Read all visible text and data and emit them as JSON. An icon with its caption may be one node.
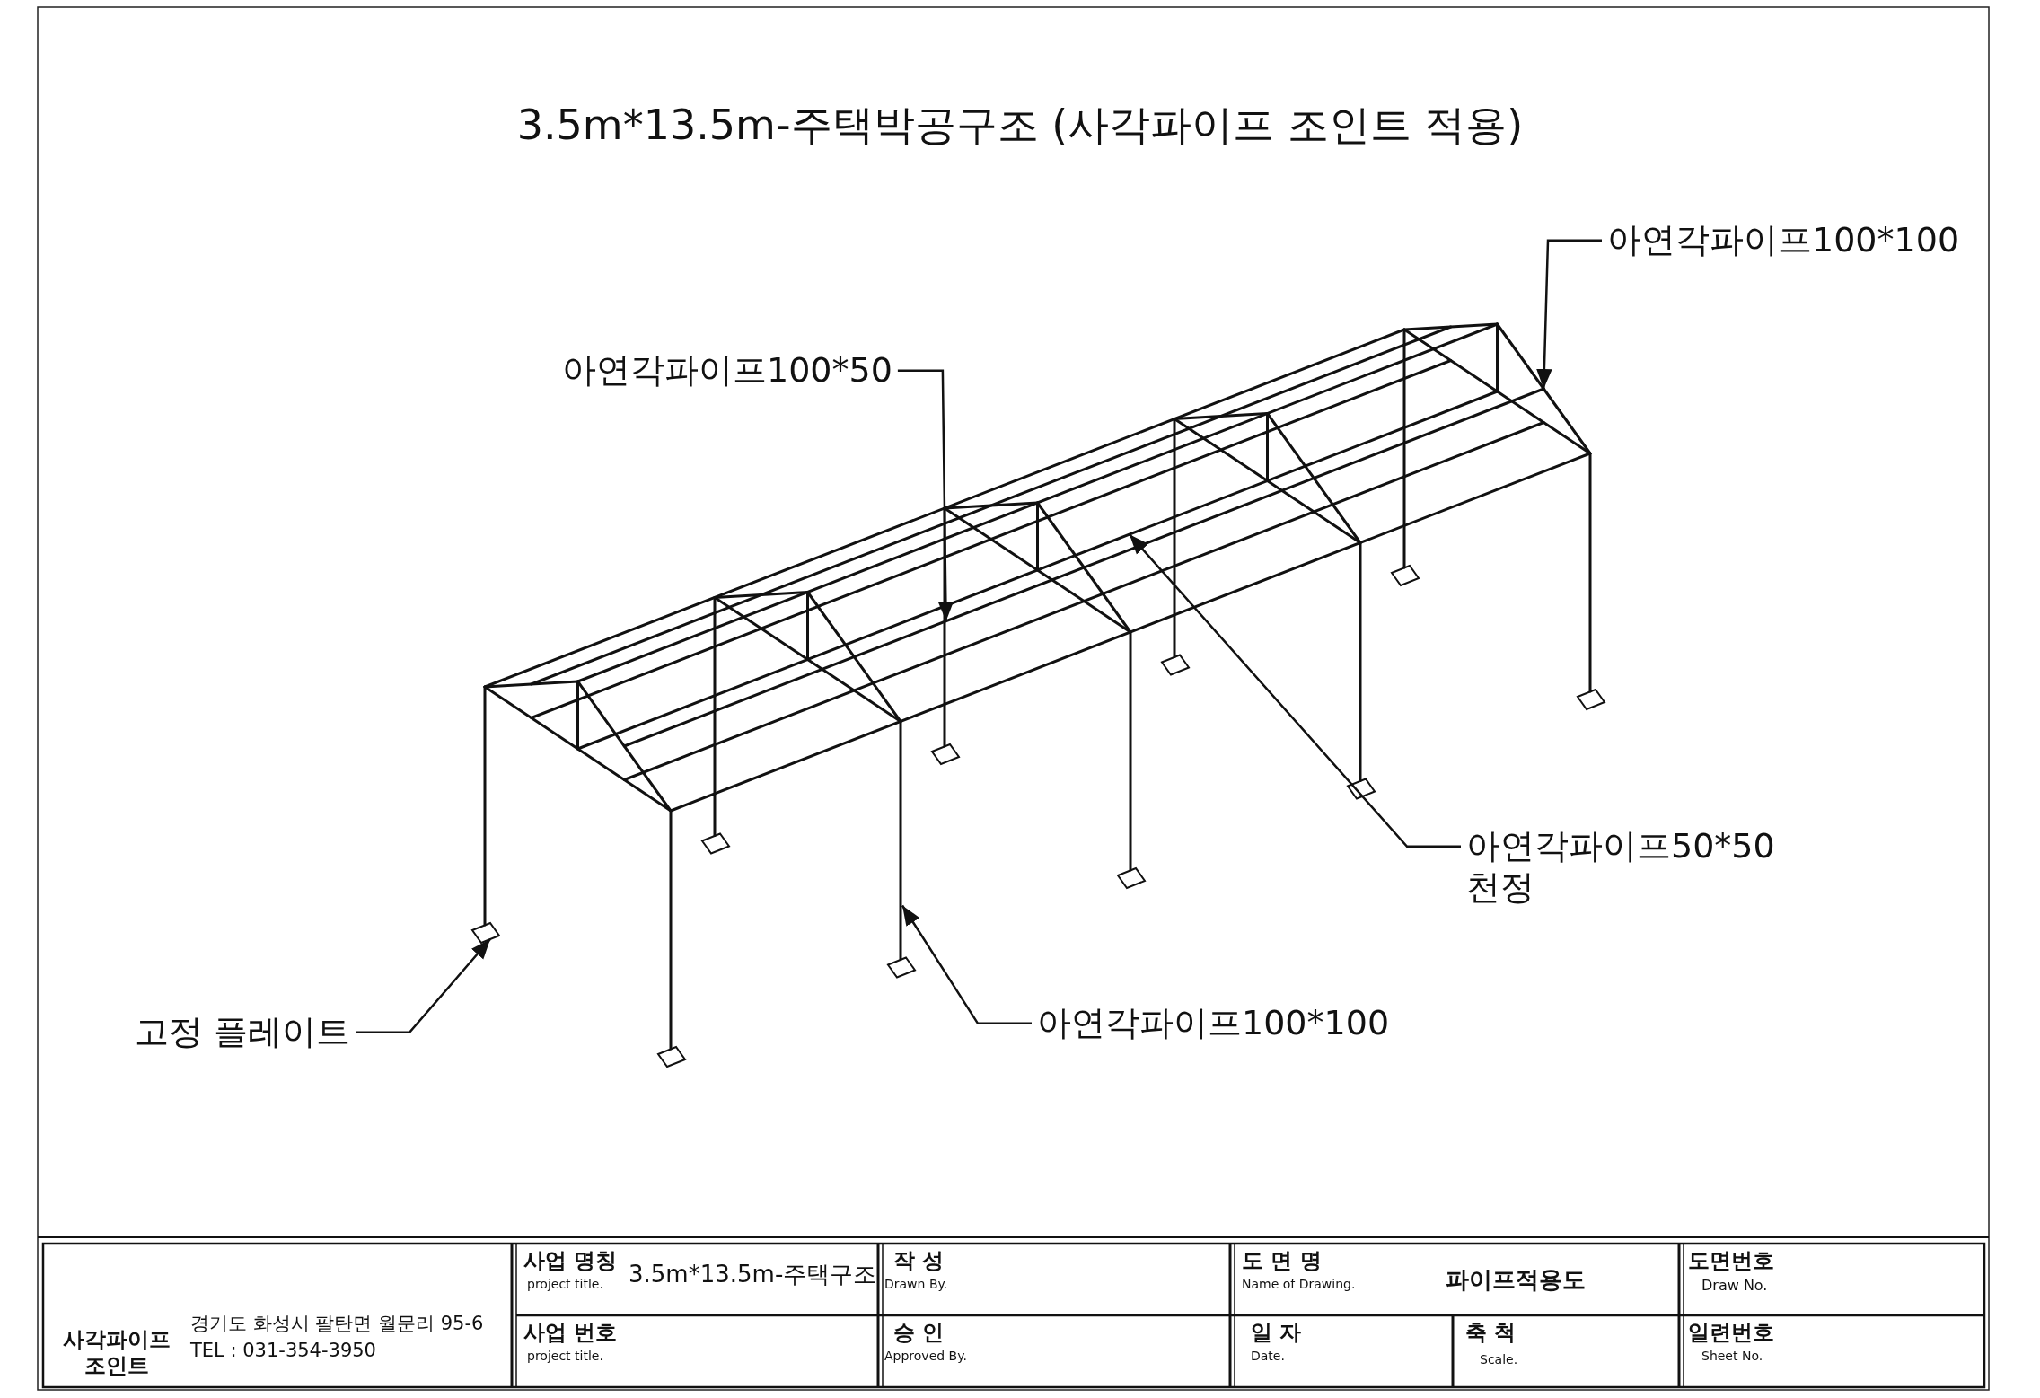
{
  "diagram": {
    "title": "3.5m*13.5m-주택박공구조 (사각파이프 조인트 적용)",
    "nodes": [
      {
        "text": [
          "아연각파이프100*100"
        ]
      },
      {
        "text": [
          "아연각파이프100*50"
        ]
      },
      {
        "text": [
          "아연각파이프50*50 천정"
        ]
      },
      {
        "text": [
          "고정 플레이트"
        ]
      },
      {
        "text": [
          "아연각파이프100*100"
        ]
      }
    ],
    "edges": [
      {
        "from": 0,
        "to": null,
        "arrow": "to"
      },
      {
        "from": 1,
        "to": null,
        "arrow": "to"
      },
      {
        "from": 2,
        "to": null,
        "arrow": "to"
      },
      {
        "from": 3,
        "to": null,
        "arrow": "to"
      },
      {
        "from": 4,
        "to": null,
        "arrow": "to"
      }
    ],
    "labels": [
      "사각파이프 조인트",
      "경기도 화성시 팔탄면 월문리 95-6",
      "TEL : 031-354-3950",
      "사업 명칭",
      "project title.",
      "3.5m*13.5m-주택구조",
      "작 성",
      "Drawn By.",
      "도 면 명",
      "Name of Drawing.",
      "파이프적용도",
      "도면번호",
      "Draw No.",
      "사업 번호",
      "project title.",
      "승 인",
      "Approved By.",
      "일 자",
      "Date.",
      "축 척",
      "Scale.",
      "일련번호",
      "Sheet No."
    ]
  }
}
